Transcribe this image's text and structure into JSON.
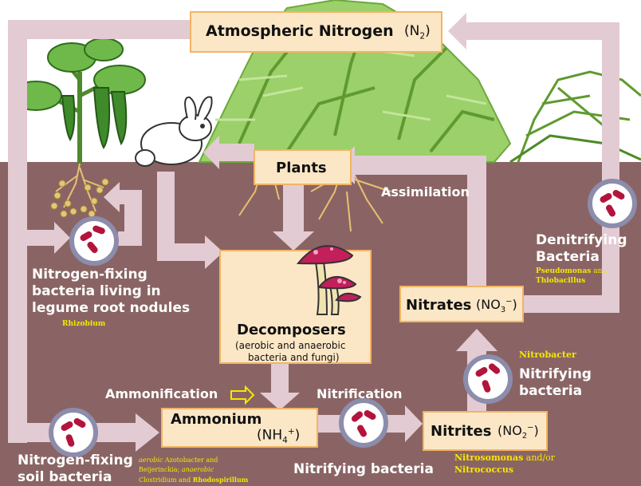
{
  "boxes": {
    "atmospheric": {
      "name": "Atmospheric Nitrogen",
      "formula": "(N",
      "formula_sub": "2",
      "formula_end": ")"
    },
    "plants": {
      "name": "Plants"
    },
    "decomposers": {
      "name": "Decomposers",
      "desc1": "(aerobic and anaerobic",
      "desc2": "bacteria and fungi)"
    },
    "ammonium": {
      "name": "Ammonium",
      "formula": "(NH",
      "formula_sub": "4",
      "formula_sup": "+",
      "formula_end": ")"
    },
    "nitrites": {
      "name": "Nitrites",
      "formula": "(NO",
      "formula_sub": "2",
      "formula_sup": "−",
      "formula_end": ")"
    },
    "nitrates": {
      "name": "Nitrates",
      "formula": "(NO",
      "formula_sub": "3",
      "formula_sup": "−",
      "formula_end": ")"
    }
  },
  "labels": {
    "assimilation": "Assimilation",
    "ammonification": "Ammonification",
    "nitrification": "Nitrification",
    "nitrifying_bacteria_bottom": "Nitrifying bacteria",
    "nitrifying_bacteria_right_1": "Nitrifying",
    "nitrifying_bacteria_right_2": "bacteria",
    "denitrifying_1": "Denitrifying",
    "denitrifying_2": "Bacteria",
    "legume_1": "Nitrogen-fixing",
    "legume_2": "bacteria living in",
    "legume_3": "legume root nodules",
    "soil_1": "Nitrogen-fixing",
    "soil_2": "soil bacteria"
  },
  "species": {
    "rhizobium": "Rhizobium",
    "nitrobacter": "Nitrobacter",
    "pseudomonas": "Pseudomonas",
    "and1": "and",
    "thiobacillus": "Thiobacillus",
    "nitrosomonas": "Nitrosomonas",
    "and_or": "and/or",
    "nitrococcus": "Nitrococcus",
    "soil_line1_a": "aerobic",
    "soil_line1_b": "Azotobacter and",
    "soil_line2_a": "Beijerinckia;",
    "soil_line2_b": "anaerobic",
    "soil_line3_a": "Clostridium and",
    "soil_line3_b": "Rhodospirillum"
  },
  "colors": {
    "sky": "#ffffff",
    "soil": "#8a6464",
    "arrow": "#e3cbd3",
    "box_fill": "#fbe7c6",
    "box_border": "#f2b463",
    "cell_ring": "#8c8cab",
    "bacterium": "#b3143c",
    "species_text": "#f6e800"
  }
}
